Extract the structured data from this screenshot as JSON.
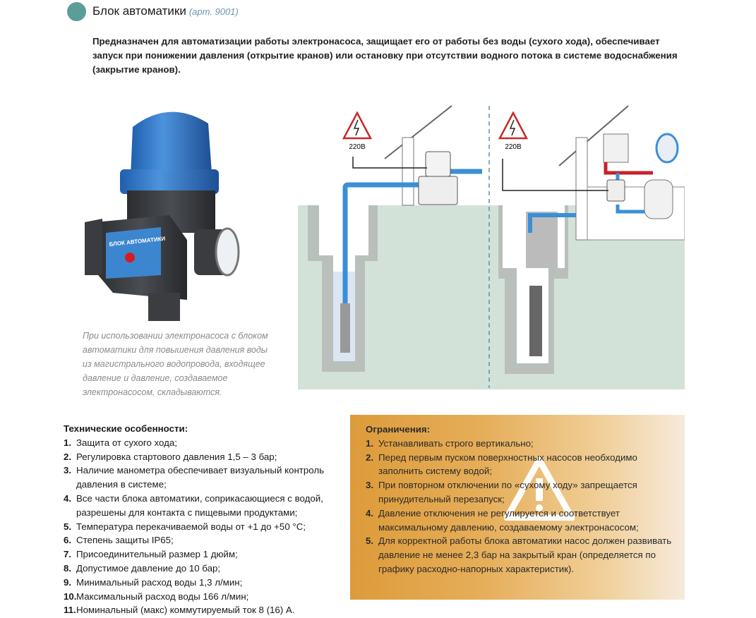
{
  "header": {
    "title": "Блок автоматики",
    "article": "(арт. 9001)",
    "accent_color": "#5b9e97"
  },
  "description": "Предназначен для автоматизации работы электронасоса, защищает его от работы без воды (сухого хода), обеспечивает запуск при понижении давления (открытие кранов) или остановку при отсутствии водного потока в системе водоснабжения (закрытие кранов).",
  "product_image": {
    "label": "БЛОК АВТОМАТИКИ"
  },
  "caption": "При использовании электронасоса с блоком автоматики для повышения давления воды из магистрального водопровода, входящее давление и давление, создаваемое электронасосом, складываются.",
  "diagram": {
    "voltage_left": "220В",
    "voltage_right": "220В"
  },
  "tech": {
    "heading": "Технические особенности:",
    "items": [
      {
        "n": "1.",
        "text": "Защита от сухого хода;"
      },
      {
        "n": "2.",
        "text": "Регулировка стартового давления 1,5 – 3 бар;"
      },
      {
        "n": "3.",
        "text": "Наличие манометра обеспечивает визуальный контроль давления в системе;"
      },
      {
        "n": "4.",
        "text": "Все части блока автоматики, соприкасающиеся с водой, разрешены для контакта с пищевыми продуктами;"
      },
      {
        "n": "5.",
        "text": "Температура перекачиваемой воды от +1 до +50 °С;"
      },
      {
        "n": "6.",
        "text": "Степень защиты IP65;"
      },
      {
        "n": "7.",
        "text": "Присоединительный размер 1 дюйм;"
      },
      {
        "n": "8.",
        "text": "Допустимое давление до 10 бар;"
      },
      {
        "n": "9.",
        "text": "Минимальный расход воды 1,3 л/мин;"
      },
      {
        "n": "10.",
        "text": "Максимальный расход воды 166 л/мин;"
      },
      {
        "n": "11.",
        "text": "Номинальный (макс) коммутируемый ток 8 (16) А."
      }
    ]
  },
  "limits": {
    "heading": "Ограничения:",
    "items": [
      {
        "n": "1.",
        "text": "Устанавливать строго вертикально;"
      },
      {
        "n": "2.",
        "text": "Перед первым пуском поверхностных насосов необходимо заполнить систему водой;"
      },
      {
        "n": "3.",
        "text": "При повторном отключении по «сухому ходу» запрещается принудительный перезапуск;"
      },
      {
        "n": "4.",
        "text": "Давление отключения не регулируется и соответствует максимальному давлению, создаваемому электронасосом;"
      },
      {
        "n": "5.",
        "text": "Для корректной работы блока автоматики насос должен развивать давление не менее 2,3 бар на закрытый кран (определяется по графику расходно-напорных характеристик)."
      }
    ]
  }
}
